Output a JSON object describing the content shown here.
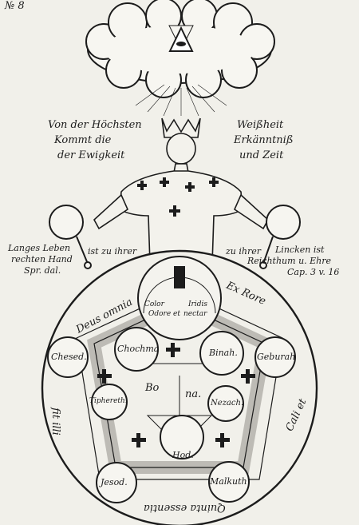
{
  "plate_number": "№ 8",
  "motto": {
    "left": [
      "Von der Höchsten",
      "Kommt die",
      "der Ewigkeit"
    ],
    "right": [
      "Weißheit",
      "Erkänntniß",
      "und Zeit"
    ]
  },
  "hands": {
    "left": [
      "Langes Leben",
      "rechten Hand",
      "Spr. dal."
    ],
    "left_mid": "ist zu ihrer",
    "right_mid": "zu ihrer",
    "right": [
      "Lincken ist",
      "Reichthum u. Ehre",
      "Cap. 3 v. 16"
    ]
  },
  "upper_band": {
    "left": "Deus omnia",
    "right": "Ex Rore"
  },
  "inner_circle": [
    "Color",
    "Iridis",
    "Odore et",
    "nectar"
  ],
  "sephiroth": {
    "chesed": "Chesed.",
    "chochma": "Chochma",
    "binah": "Binah.",
    "geburah": "Geburah",
    "tiphereth": "Tiphereth.",
    "nezach": "Nezach.",
    "hod": "Hod.",
    "jesod": "Jesod.",
    "malkuth": "Malkuth"
  },
  "center_words": {
    "left": "Bo",
    "right": "na."
  },
  "side_words": {
    "left": "fit illi",
    "right": "Cali et"
  },
  "bottom_arc": "Quinta essentia",
  "colors": {
    "ink": "#1c1c1c",
    "paper": "#f1f0ea",
    "band": "#bdbbb5"
  }
}
